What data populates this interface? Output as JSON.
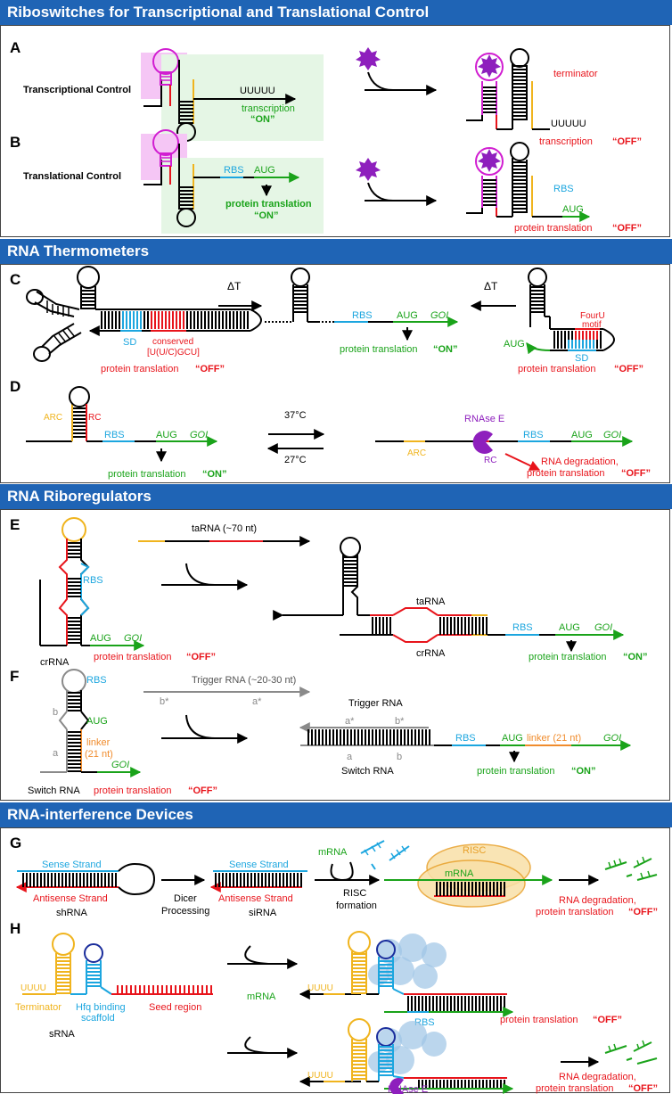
{
  "sections": {
    "s1": {
      "title": "Riboswitches for Transcriptional and Translational Control"
    },
    "s2": {
      "title": "RNA Thermometers"
    },
    "s3": {
      "title": "RNA Riboregulators"
    },
    "s4": {
      "title": "RNA-interference Devices"
    }
  },
  "panelA": {
    "letter": "A",
    "label": "Transcriptional Control",
    "uuuuu": "UUUUU",
    "on_text_1": "transcription",
    "on_text_2": "“ON”",
    "terminator": "terminator",
    "uuuuu_right": "UUUUU",
    "off_text": "transcription",
    "off_word": "“OFF”"
  },
  "panelB": {
    "letter": "B",
    "label": "Translational Control",
    "rbs": "RBS",
    "aug": "AUG",
    "on_text_1": "protein translation",
    "on_text_2": "“ON”",
    "rbs_right": "RBS",
    "aug_right": "AUG",
    "off_text": "protein translation",
    "off_word": "“OFF”"
  },
  "panelC": {
    "letter": "C",
    "sd": "SD",
    "conserved_1": "conserved",
    "conserved_2": "[U(U/C)GCU]",
    "off_left": "protein translation",
    "off_left_word": "“OFF”",
    "delta_left": "ΔT",
    "delta_right": "ΔT",
    "rbs": "RBS",
    "aug": "AUG",
    "goi": "GOI",
    "on_text": "protein translation",
    "on_word": "“ON”",
    "fouru_1": "FourU",
    "fouru_2": "motif",
    "aug_left": "AUG",
    "sd_right": "SD",
    "off_right": "protein translation",
    "off_right_word": "“OFF”"
  },
  "panelD": {
    "letter": "D",
    "arc": "ARC",
    "rc": "RC",
    "rbs": "RBS",
    "aug": "AUG",
    "goi": "GOI",
    "on_text": "protein translation",
    "on_word": "“ON”",
    "temp_high": "37°C",
    "temp_low": "27°C",
    "rnase": "RNAse E",
    "arc_right": "ARC",
    "rc_right": "RC",
    "rbs_right": "RBS",
    "aug_right": "AUG",
    "goi_right": "GOI",
    "degr_1": "RNA degradation,",
    "degr_2": "protein translation",
    "degr_word": "“OFF”"
  },
  "panelE": {
    "letter": "E",
    "rbs": "RBS",
    "aug": "AUG",
    "goi": "GOI",
    "crrna": "crRNA",
    "off_text": "protein translation",
    "off_word": "“OFF”",
    "tarna_top": "taRNA (~70 nt)",
    "tarna": "taRNA",
    "crrna_right": "crRNA",
    "rbs_right": "RBS",
    "aug_right": "AUG",
    "goi_right": "GOI",
    "on_text": "protein translation",
    "on_word": "“ON”"
  },
  "panelF": {
    "letter": "F",
    "rbs": "RBS",
    "aug": "AUG",
    "b": "b",
    "a": "a",
    "linker_1": "linker",
    "linker_2": "(21 nt)",
    "goi": "GOI",
    "switch": "Switch RNA",
    "off_text": "protein translation",
    "off_word": "“OFF”",
    "trigger_top": "Trigger RNA (~20-30 nt)",
    "bstar": "b*",
    "astar": "a*",
    "trigger": "Trigger RNA",
    "astar_r": "a*",
    "bstar_r": "b*",
    "a_r": "a",
    "b_r": "b",
    "switch_r": "Switch RNA",
    "rbs_r": "RBS",
    "aug_r": "AUG",
    "linker_r": "linker (21 nt)",
    "goi_r": "GOI",
    "on_text": "protein translation",
    "on_word": "“ON”"
  },
  "panelG": {
    "letter": "G",
    "sense": "Sense Strand",
    "antisense": "Antisense Strand",
    "shrna": "shRNA",
    "dicer_1": "Dicer",
    "dicer_2": "Processing",
    "sense2": "Sense Strand",
    "antisense2": "Antisense Strand",
    "sirna": "siRNA",
    "mrna": "mRNA",
    "risc_f_1": "RISC",
    "risc_f_2": "formation",
    "risc": "RISC",
    "mrna2": "mRNA",
    "degr_1": "RNA degradation,",
    "degr_2": "protein translation",
    "degr_word": "“OFF”"
  },
  "panelH": {
    "letter": "H",
    "uuuu": "UUUU",
    "terminator": "Terminator",
    "hfq_1": "Hfq binding",
    "hfq_2": "scaffold",
    "seed": "Seed region",
    "srna": "sRNA",
    "mrna": "mRNA",
    "uuuu_t": "UUUU",
    "rbs": "RBS",
    "off_text": "protein translation",
    "off_word": "“OFF”",
    "uuuu_b": "UUUU",
    "rnase": "RNAse E",
    "degr_1": "RNA degradation,",
    "degr_2": "protein translation",
    "degr_word": "“OFF”"
  },
  "colors": {
    "header": "#1f64b5",
    "red": "#e8141b",
    "green": "#1aa31a",
    "cyan": "#1ca6df",
    "magenta": "#d11ed1",
    "purple": "#8e1fbd",
    "yellow": "#f0b41e",
    "orange": "#f08c2d",
    "navy": "#1a2d9c",
    "gray": "#8a8a8a",
    "mint": "#e5f6e5",
    "pink": "#f5c6f5",
    "ribosome": "#9ec4e6"
  }
}
